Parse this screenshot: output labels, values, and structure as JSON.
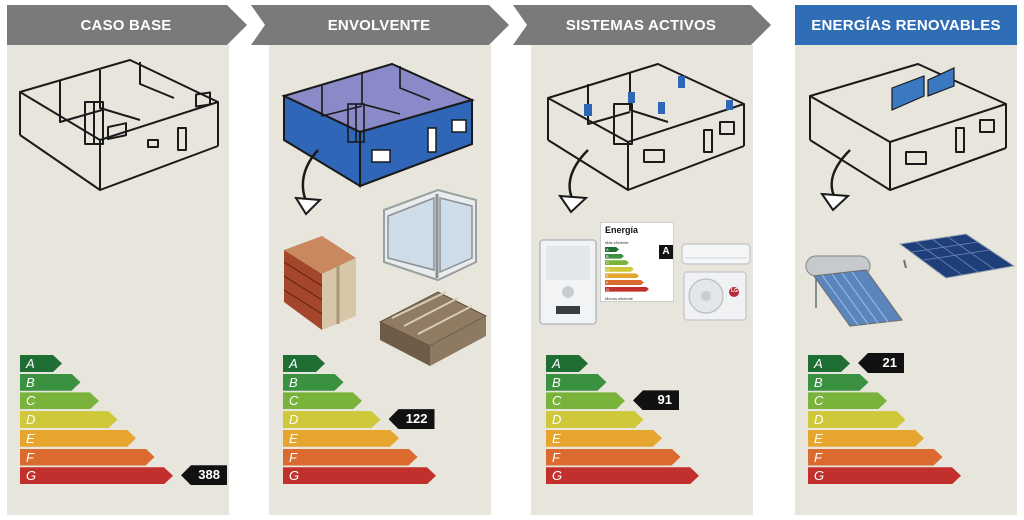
{
  "columns": [
    {
      "id": "caso-base",
      "title": "CASO BASE",
      "value": "388",
      "rating": "G"
    },
    {
      "id": "envolvente",
      "title": "ENVOLVENTE",
      "value": "122",
      "rating": "D"
    },
    {
      "id": "sistemas-activos",
      "title": "SISTEMAS ACTIVOS",
      "value": "91",
      "rating": "C"
    },
    {
      "id": "energias-renovables",
      "title": "ENERGÍAS RENOVABLES",
      "value": "21",
      "rating": "A"
    }
  ],
  "scale_letters": [
    "A",
    "B",
    "C",
    "D",
    "E",
    "F",
    "G"
  ],
  "scale_colors": [
    "#1f6e34",
    "#3a9140",
    "#7ab33c",
    "#cfc83a",
    "#e6a52f",
    "#db6a2f",
    "#c1302c"
  ],
  "energy_label": {
    "title": "Energía",
    "top_text": "Más eficiente",
    "bottom_text": "Menos eficiente",
    "grade": "A"
  },
  "brand_text": "LG",
  "colors": {
    "header_gray": "#7a7a7a",
    "header_blue": "#2f6db5",
    "panel_bg": "#e7e5dc",
    "envelope_blue": "#2f66b8"
  }
}
